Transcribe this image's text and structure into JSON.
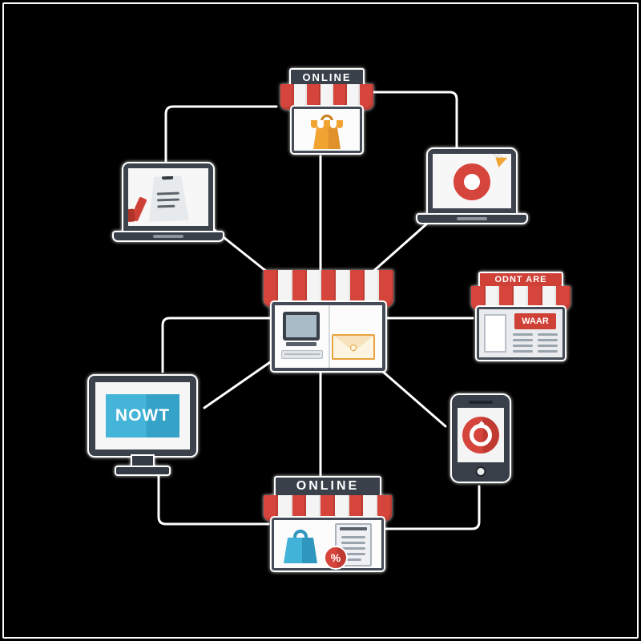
{
  "canvas": {
    "background": "#000000",
    "frame_border_color": "#ffffff"
  },
  "colors": {
    "awning_red": "#d6453c",
    "awning_red_dark": "#c13a31",
    "device_frame_dark": "#3a414b",
    "accent_teal": "#44b4d9",
    "accent_orange": "#f2a432",
    "connector_line": "#ffffff",
    "screen_white": "#f6f6f6"
  },
  "nodes": {
    "top_store": {
      "sign": "ONLINE"
    },
    "right_store": {
      "sign": "ODNT ARE",
      "banner": "WAAR"
    },
    "bottom_store": {
      "sign": "ONLINE"
    },
    "monitor": {
      "screen_text": "NOWT"
    }
  },
  "icons": {
    "percent_badge_glyph": "%"
  }
}
